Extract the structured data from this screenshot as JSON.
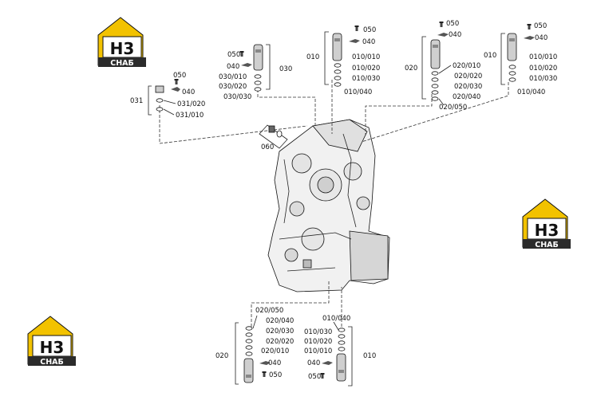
{
  "logo": {
    "main": "H3",
    "sub": "CHAБ",
    "accent": "#f2c200",
    "dark": "#2b2b2b"
  },
  "groups": {
    "g031": {
      "ref": "031",
      "items": [
        "050",
        "040",
        "031/020",
        "031/010"
      ]
    },
    "g030": {
      "ref": "030",
      "items": [
        "050",
        "040",
        "030/010",
        "030/020",
        "030/030"
      ]
    },
    "g010_top": {
      "ref": "010",
      "items": [
        "050",
        "040",
        "010/010",
        "010/020",
        "010/030",
        "010/040"
      ]
    },
    "g020_top": {
      "ref": "020",
      "items": [
        "050",
        "040",
        "020/010",
        "020/020",
        "020/030",
        "020/040",
        "020/050"
      ]
    },
    "g010_right": {
      "ref": "010",
      "items": [
        "050",
        "040",
        "010/010",
        "010/020",
        "010/030",
        "010/040"
      ]
    },
    "g060": {
      "ref": "060"
    },
    "g020_bottom": {
      "ref": "020",
      "items": [
        "020/050",
        "020/040",
        "020/030",
        "020/020",
        "020/010",
        "040",
        "050"
      ]
    },
    "g010_bottom": {
      "ref": "010",
      "items": [
        "010/040",
        "010/030",
        "010/020",
        "010/010",
        "040",
        "050"
      ]
    }
  }
}
